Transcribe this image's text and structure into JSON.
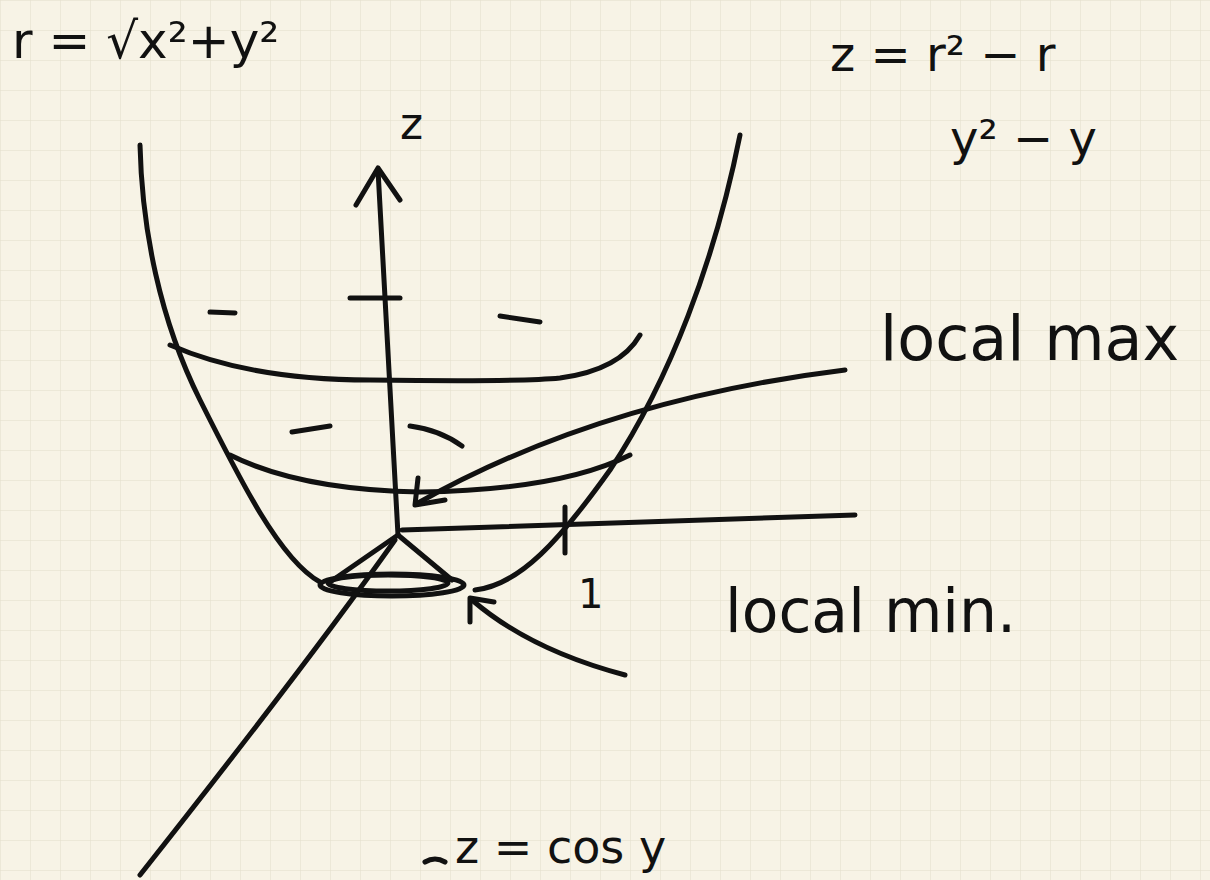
{
  "diagram": {
    "labels": [
      "r = √x²+y²",
      "z",
      "z = r² − r",
      "y² − y",
      "local max",
      "local min.",
      "1",
      "z = cos y"
    ]
  }
}
